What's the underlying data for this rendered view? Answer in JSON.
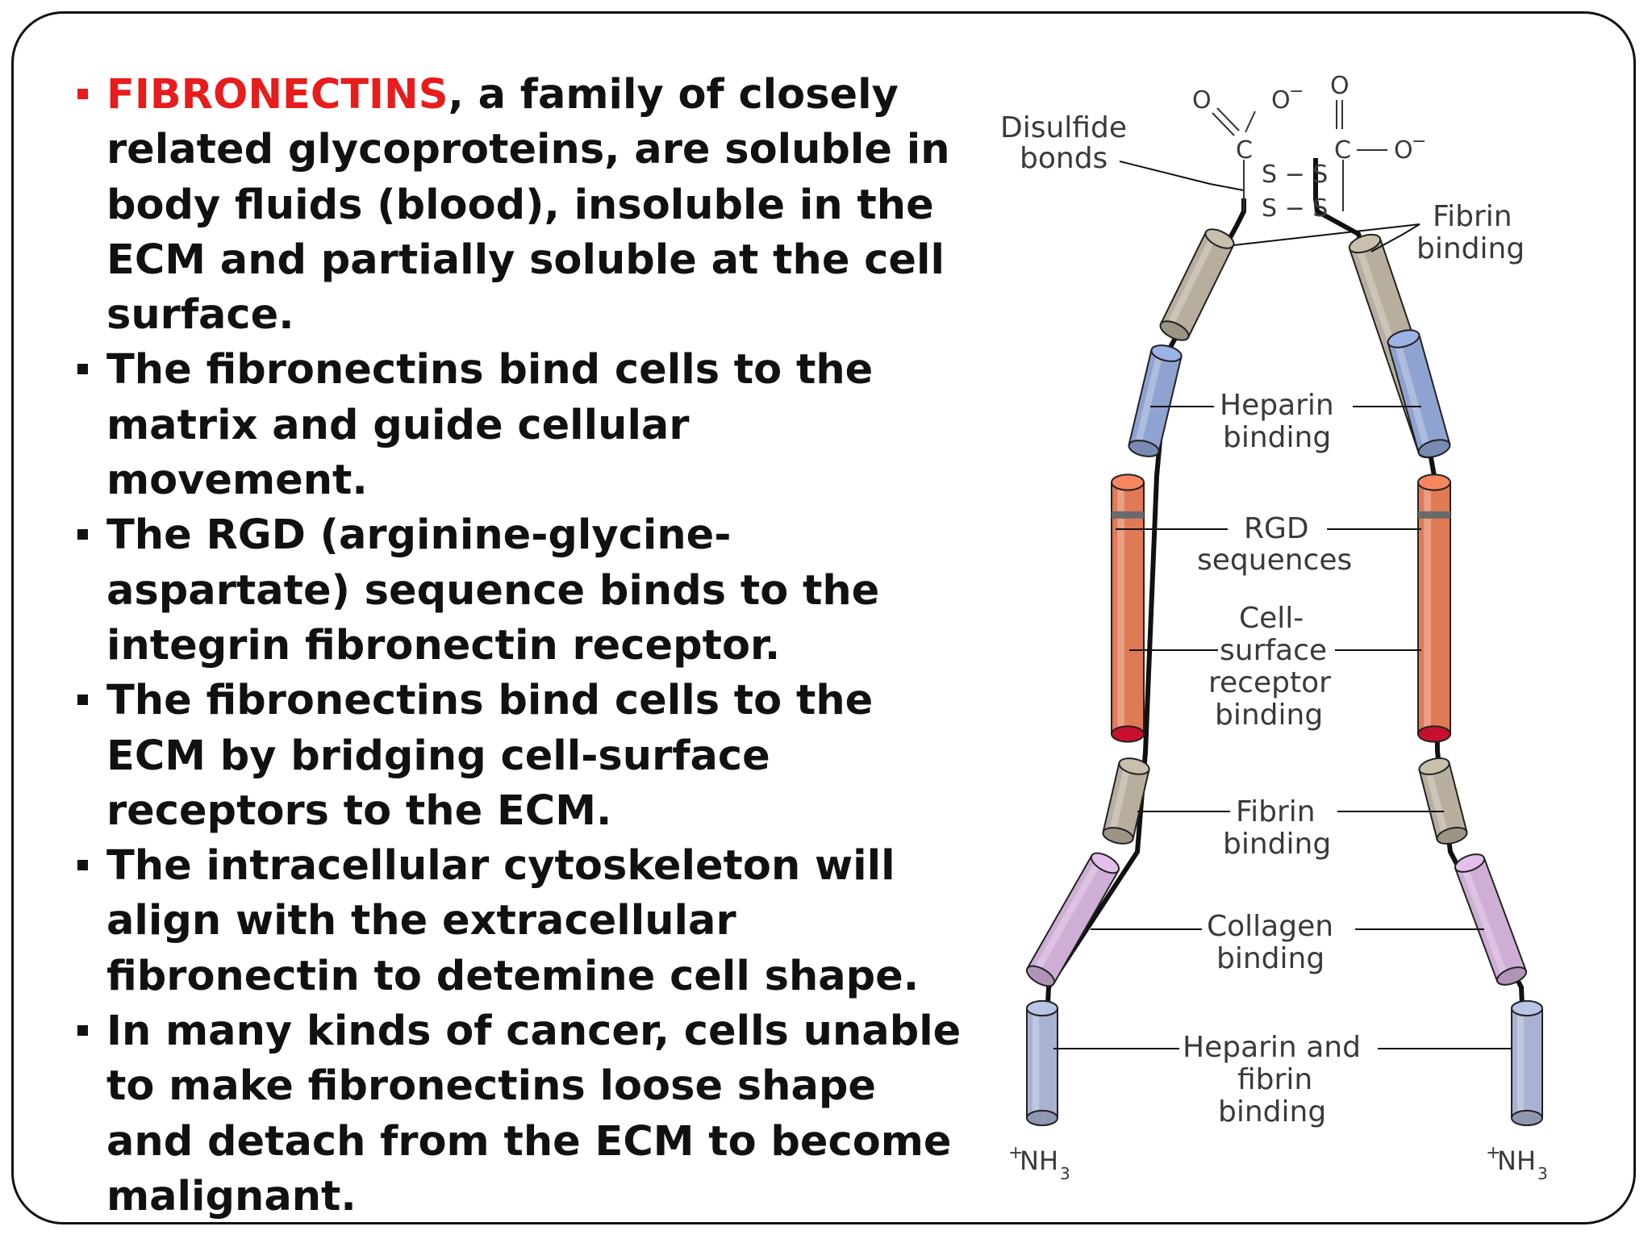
{
  "bullets": [
    {
      "keyword": "FIBRONECTINS",
      "text": ", a family of closely related glycoproteins, are soluble in body fluids (blood), insoluble in the ECM and partially soluble at the cell surface."
    },
    {
      "text": "The fibronectins bind cells to the matrix and guide cellular movement."
    },
    {
      "text": "The RGD (arginine-glycine-aspartate) sequence binds to the integrin fibronectin receptor."
    },
    {
      "text": "The fibronectins bind cells to the ECM by bridging cell-surface receptors to the ECM."
    },
    {
      "text": "The intracellular cytoskeleton will align with the extracellular fibronectin to detemine cell shape."
    },
    {
      "text": "In many kinds of cancer, cells unable to make fibronectins loose shape and detach from the ECM to become malignant."
    }
  ],
  "diagram": {
    "disulfide_label_1": "Disulfide",
    "disulfide_label_2": "bonds",
    "o_left_1": "O",
    "o_left_2": "O",
    "o_minus": "−",
    "o_right_top": "O",
    "o_right_side": "O",
    "c_left": "C",
    "c_right": "C",
    "ss_top": "S − S",
    "ss_bottom": "S − S",
    "fibrin_top_1": "Fibrin",
    "fibrin_top_2": "binding",
    "heparin_1": "Heparin",
    "heparin_2": "binding",
    "rgd_1": "RGD",
    "rgd_2": "sequences",
    "cell_1": "Cell-",
    "cell_2": "surface",
    "cell_3": "receptor",
    "cell_4": "binding",
    "fibrin_mid_1": "Fibrin",
    "fibrin_mid_2": "binding",
    "collagen_1": "Collagen",
    "collagen_2": "binding",
    "hepfib_1": "Heparin and",
    "hepfib_2": "fibrin",
    "hepfib_3": "binding",
    "nh3_left_plus": "+",
    "nh3_left": "NH",
    "nh3_left_sub": "3",
    "nh3_right_plus": "+",
    "nh3_right": "NH",
    "nh3_right_sub": "3",
    "colors": {
      "fibrin": "#b7ae9d",
      "heparin": "#8fa3d2",
      "rgd": "#e07a55",
      "collagen": "#cfaed6",
      "hepfib": "#a9b2d0",
      "red_cap": "#c8102e"
    }
  }
}
